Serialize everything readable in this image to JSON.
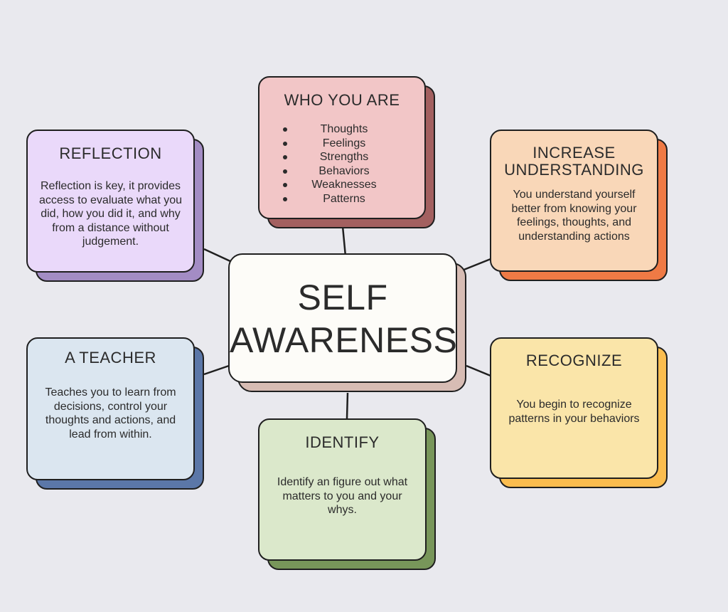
{
  "center": {
    "line1": "SELF",
    "line2": "AWARENESS"
  },
  "who_you_are": {
    "title": "WHO YOU ARE",
    "items": [
      "Thoughts",
      "Feelings",
      "Strengths",
      "Behaviors",
      "Weaknesses",
      "Patterns"
    ]
  },
  "reflection": {
    "title": "REFLECTION",
    "body": "Reflection is key, it provides access to evaluate what you did, how you did it, and why from a distance without judgement."
  },
  "increase_understanding": {
    "title": "INCREASE UNDERSTANDING",
    "body": "You understand yourself better from knowing your feelings, thoughts, and understanding actions"
  },
  "a_teacher": {
    "title": "A TEACHER",
    "body": "Teaches you to learn from decisions, control your thoughts and actions, and lead from within."
  },
  "recognize": {
    "title": "RECOGNIZE",
    "body": "You begin to recognize patterns in your behaviors"
  },
  "identify": {
    "title": "IDENTIFY",
    "body": "Identify an figure out what matters to you and your whys."
  },
  "colors": {
    "background": "#e9e9ee",
    "who_you_are_fill": "#f2c6c7",
    "who_you_are_shadow": "#a36060",
    "reflection_fill": "#ead9fa",
    "reflection_shadow": "#a38cc4",
    "increase_fill": "#f9d7b8",
    "increase_shadow": "#ef7a45",
    "teacher_fill": "#dbe6f0",
    "teacher_shadow": "#5b77a8",
    "recognize_fill": "#fae5a9",
    "recognize_shadow": "#fbbd4f",
    "identify_fill": "#dbe8cb",
    "identify_shadow": "#78965a",
    "center_fill": "#fdfcf8",
    "center_shadow": "#d7bcb4"
  }
}
